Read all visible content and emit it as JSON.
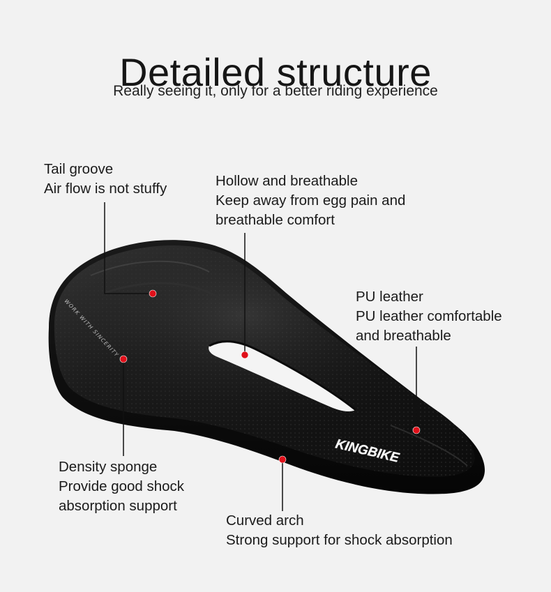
{
  "header": {
    "title": "Detailed structure",
    "subtitle": "Really seeing it, only for a better riding experience"
  },
  "product": {
    "brand_logo": "KINGBIKE",
    "embossed_text": "WORK WITH SINCERITY"
  },
  "callouts": {
    "tail_groove": {
      "title": "Tail groove",
      "line1": "Air flow is not stuffy"
    },
    "hollow": {
      "title": "Hollow and breathable",
      "line1": "Keep away from egg pain and",
      "line2": "breathable comfort"
    },
    "pu_leather": {
      "title": "PU leather",
      "line1": "PU leather comfortable",
      "line2": "and breathable"
    },
    "density_sponge": {
      "title": "Density sponge",
      "line1": "Provide good shock",
      "line2": "absorption support"
    },
    "curved_arch": {
      "title": "Curved arch",
      "line1": "Strong support for shock absorption"
    }
  },
  "colors": {
    "background": "#f2f2f2",
    "marker": "#e0101a",
    "saddle": "#141414",
    "leader_line": "#111111"
  }
}
